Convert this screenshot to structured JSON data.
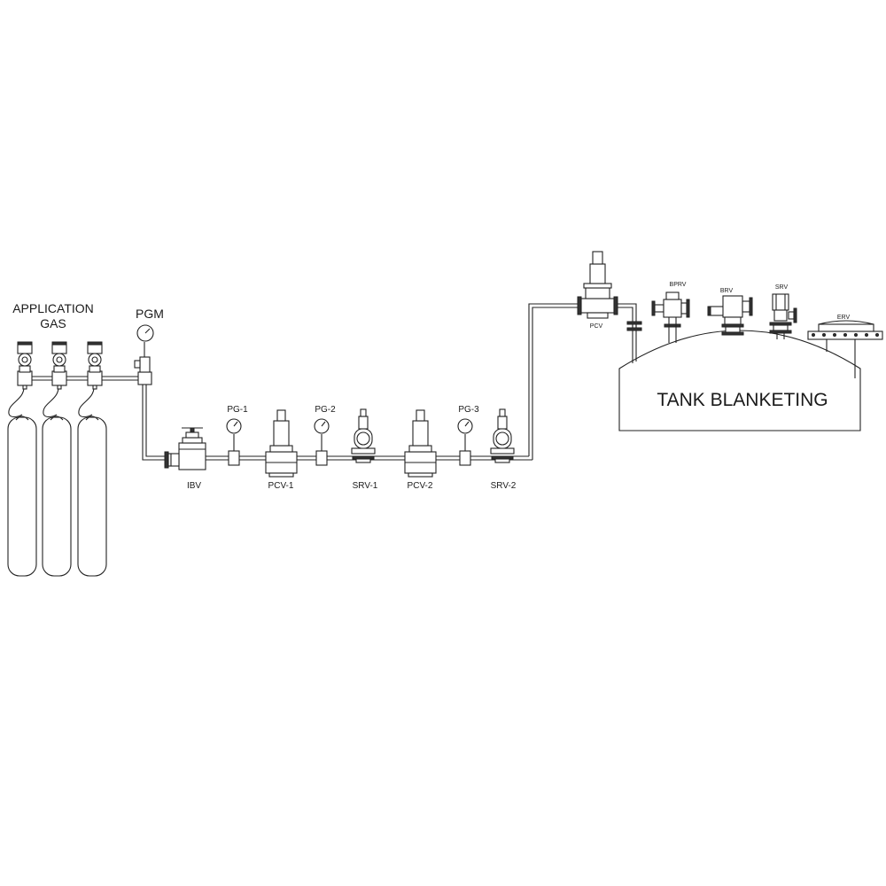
{
  "labels": {
    "application_gas_line1": "APPLICATION",
    "application_gas_line2": "GAS",
    "pgm": "PGM",
    "ibv": "IBV",
    "pg1": "PG-1",
    "pcv1": "PCV-1",
    "pg2": "PG-2",
    "srv1": "SRV-1",
    "pcv2": "PCV-2",
    "pg3": "PG-3",
    "srv2": "SRV-2",
    "pcv": "PCV",
    "bprv": "BPRV",
    "brv": "BRV",
    "srv": "SRV",
    "erv": "ERV",
    "tank": "TANK BLANKETING"
  },
  "colors": {
    "line": "#222222",
    "background": "#ffffff"
  }
}
